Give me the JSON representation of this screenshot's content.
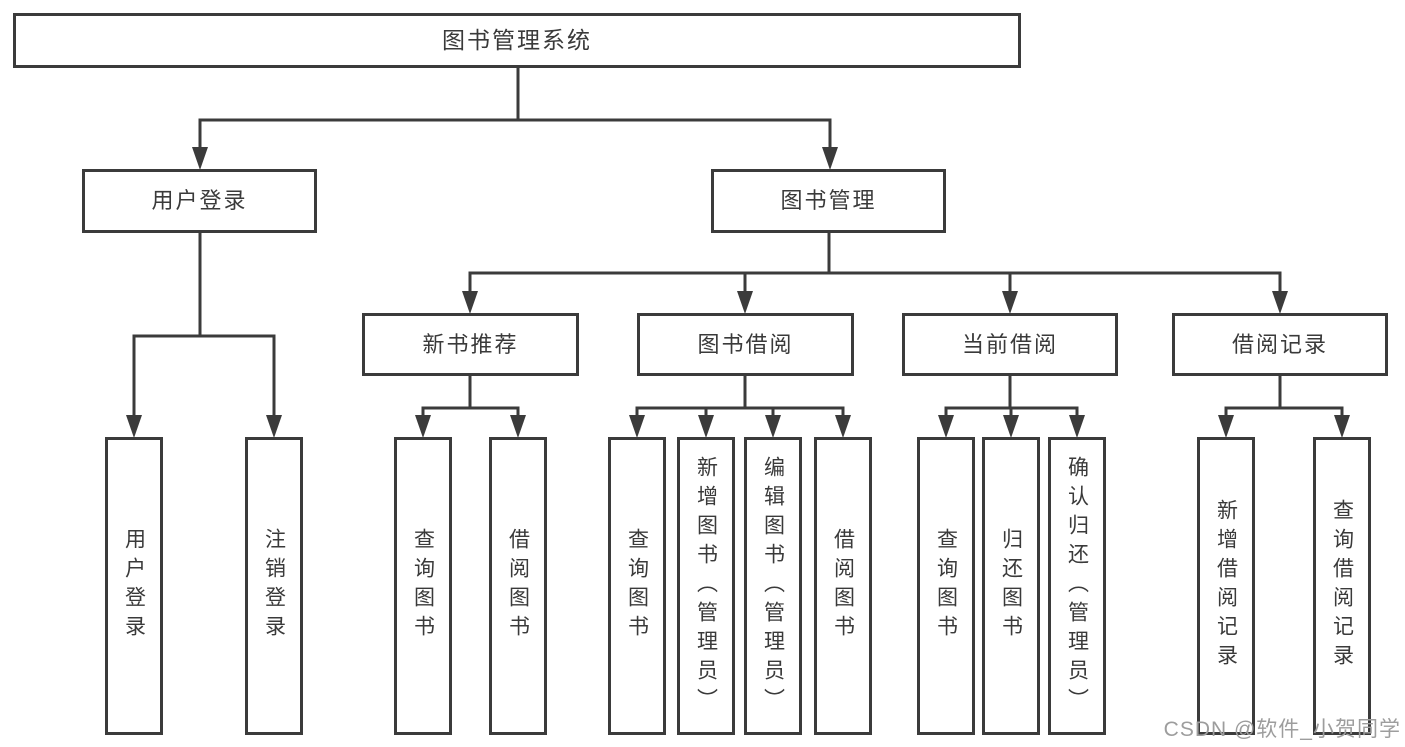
{
  "diagram": {
    "root": {
      "label": "图书管理系统"
    },
    "branches": [
      {
        "label": "用户登录",
        "children": [
          {
            "label": "用户登录"
          },
          {
            "label": "注销登录"
          }
        ]
      },
      {
        "label": "图书管理",
        "children": [
          {
            "label": "新书推荐",
            "children": [
              {
                "label": "查询图书"
              },
              {
                "label": "借阅图书"
              }
            ]
          },
          {
            "label": "图书借阅",
            "children": [
              {
                "label": "查询图书"
              },
              {
                "label": "新增图书（管理员）"
              },
              {
                "label": "编辑图书（管理员）"
              },
              {
                "label": "借阅图书"
              }
            ]
          },
          {
            "label": "当前借阅",
            "children": [
              {
                "label": "查询图书"
              },
              {
                "label": "归还图书"
              },
              {
                "label": "确认归还（管理员）"
              }
            ]
          },
          {
            "label": "借阅记录",
            "children": [
              {
                "label": "新增借阅记录"
              },
              {
                "label": "查询借阅记录"
              }
            ]
          }
        ]
      }
    ]
  },
  "watermark": {
    "text": "CSDN @软件_小贺同学"
  },
  "colors": {
    "line": "#3b3b3b",
    "text": "#3a3a3a",
    "watermark": "#9d9d9d",
    "background": "#ffffff"
  }
}
